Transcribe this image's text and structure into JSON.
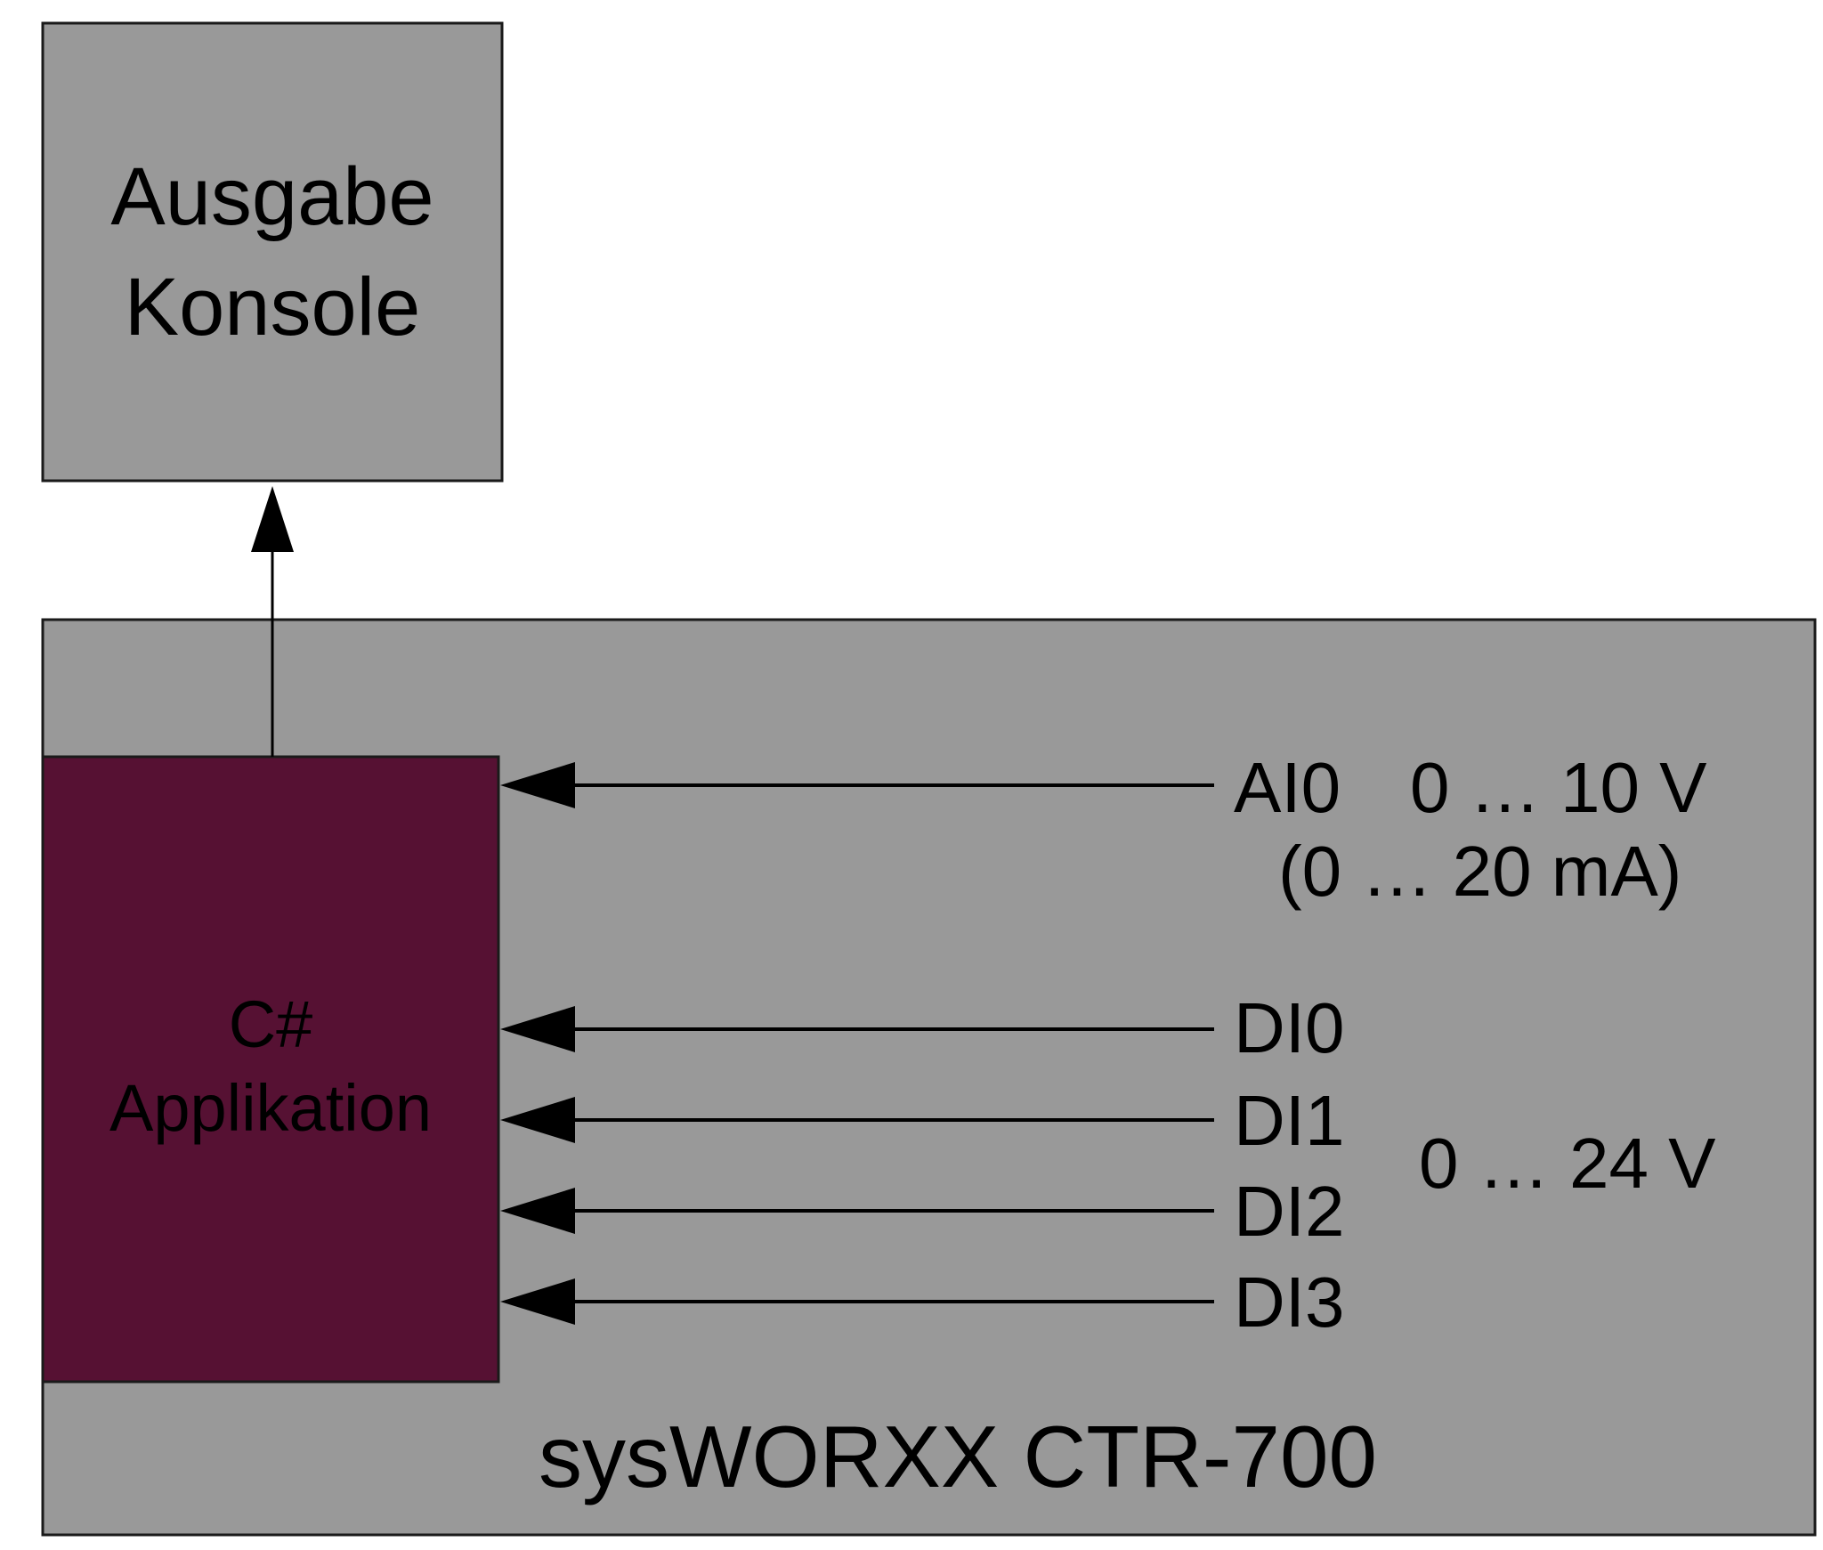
{
  "colors": {
    "background": "#ffffff",
    "box_fill": "#999999",
    "app_fill": "#561133",
    "stroke": "#1a1a1a",
    "arrow": "#000000"
  },
  "console_box": {
    "line1": "Ausgabe",
    "line2": "Konsole"
  },
  "device": {
    "label": "sysWORXX CTR-700"
  },
  "application": {
    "line1": "C#",
    "line2": "Applikation"
  },
  "analog_input": {
    "pin": "AI0",
    "range_voltage": "0 … 10 V",
    "range_current": "(0 … 20 mA)"
  },
  "digital_inputs": {
    "pins": [
      "DI0",
      "DI1",
      "DI2",
      "DI3"
    ],
    "range": "0 … 24 V"
  },
  "connections": [
    {
      "from": "application",
      "to": "console_box"
    },
    {
      "from": "AI0",
      "to": "application"
    },
    {
      "from": "DI0",
      "to": "application"
    },
    {
      "from": "DI1",
      "to": "application"
    },
    {
      "from": "DI2",
      "to": "application"
    },
    {
      "from": "DI3",
      "to": "application"
    }
  ]
}
